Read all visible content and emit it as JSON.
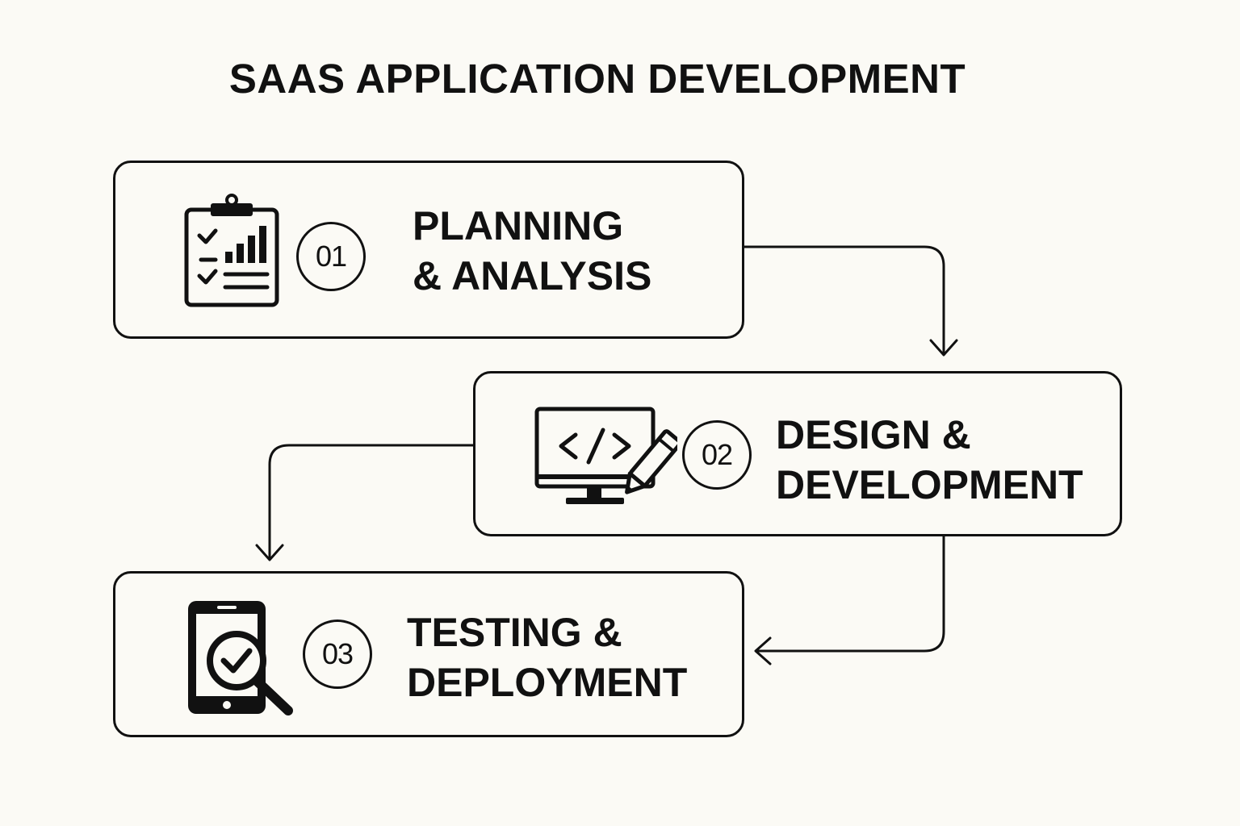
{
  "title": "SAAS APPLICATION DEVELOPMENT",
  "colors": {
    "background": "#fbfaf5",
    "ink": "#111111"
  },
  "steps": [
    {
      "number": "01",
      "lines": [
        "PLANNING",
        "& ANALYSIS"
      ],
      "icon": "clipboard-chart-icon"
    },
    {
      "number": "02",
      "lines": [
        "DESIGN &",
        "DEVELOPMENT"
      ],
      "icon": "monitor-code-pencil-icon"
    },
    {
      "number": "03",
      "lines": [
        "TESTING &",
        "DEPLOYMENT"
      ],
      "icon": "phone-magnifier-check-icon"
    }
  ]
}
